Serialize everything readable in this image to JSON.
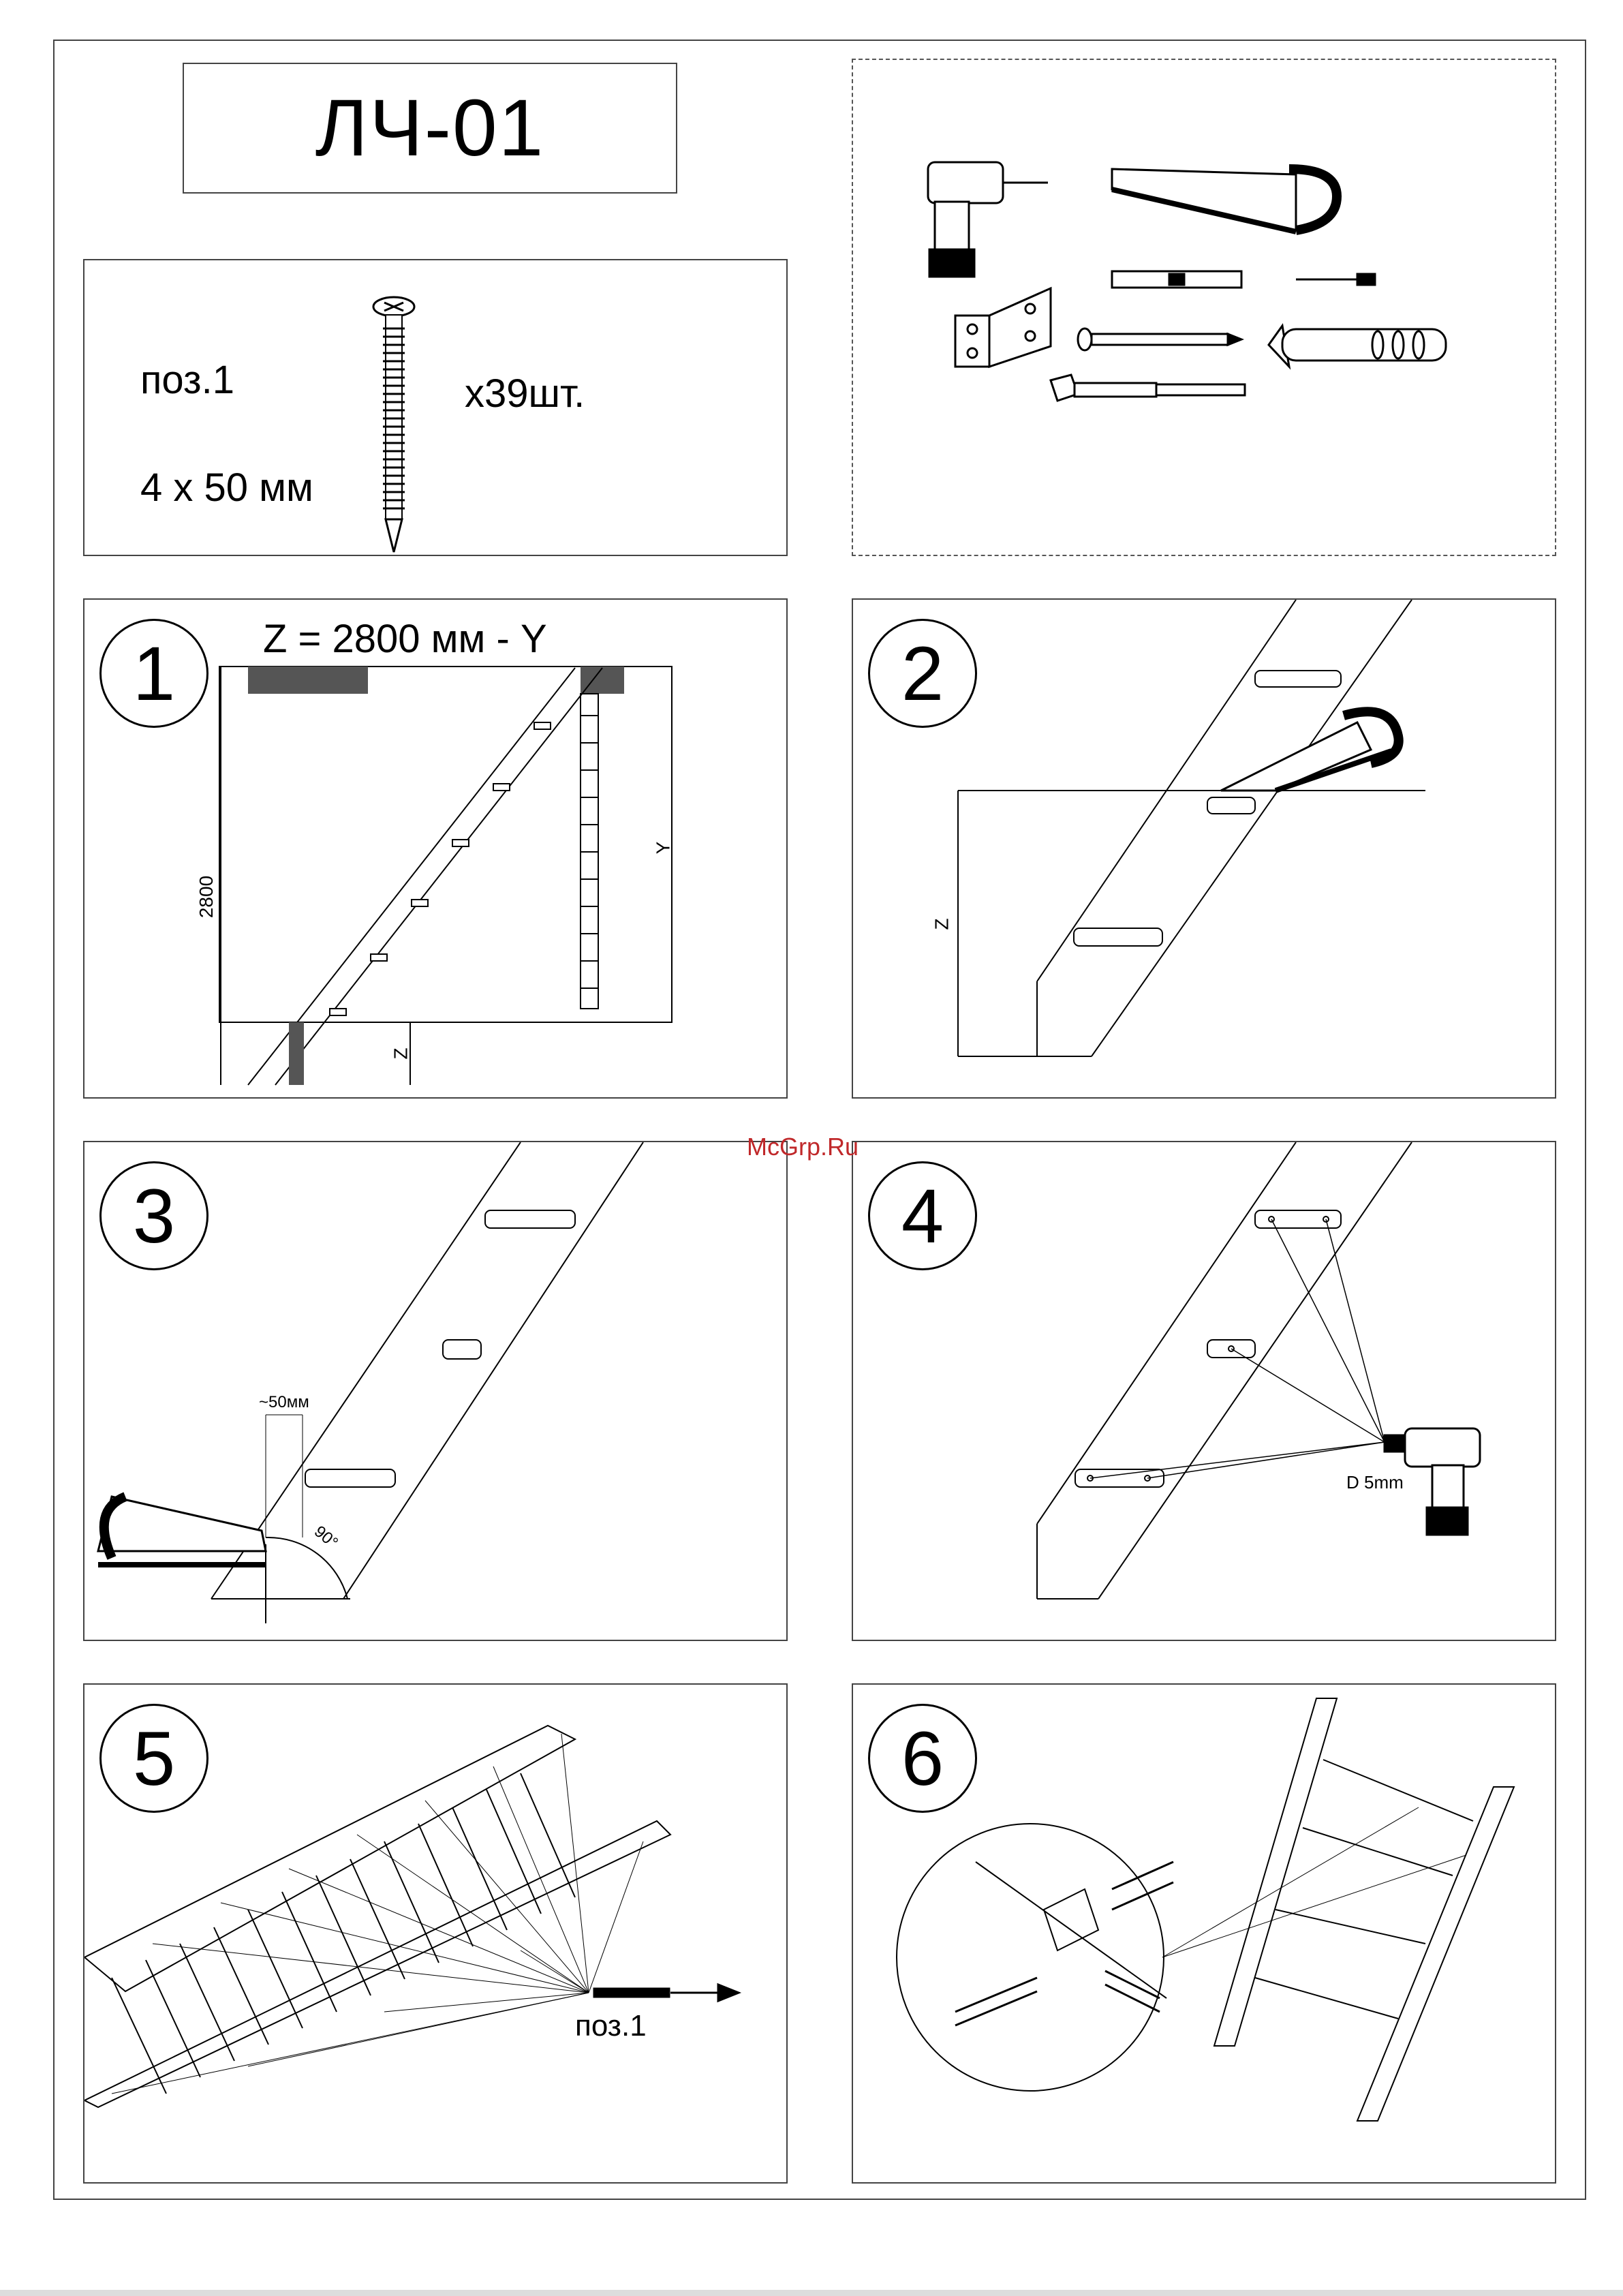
{
  "document": {
    "title": "ЛЧ-01",
    "watermark": "McGrp.Ru"
  },
  "parts": {
    "position": "поз.1",
    "size": "4 х 50 мм",
    "quantity": "х39шт."
  },
  "tools_panel": {
    "icons": [
      "drill-icon",
      "hand-saw-icon",
      "spirit-level-icon",
      "screwdriver-icon",
      "angle-bracket-icon",
      "wood-screw-icon",
      "wall-plug-icon",
      "hex-bolt-icon"
    ]
  },
  "steps": [
    {
      "number": "1",
      "formula": "Z = 2800 мм - Y",
      "dim_height": "2800",
      "dim_y": "Y",
      "dim_z": "Z"
    },
    {
      "number": "2",
      "dim_z": "Z"
    },
    {
      "number": "3",
      "offset_label": "~50мм",
      "angle_label": "90°"
    },
    {
      "number": "4",
      "drill_label": "D 5mm"
    },
    {
      "number": "5",
      "screw_label": "поз.1"
    },
    {
      "number": "6"
    }
  ]
}
